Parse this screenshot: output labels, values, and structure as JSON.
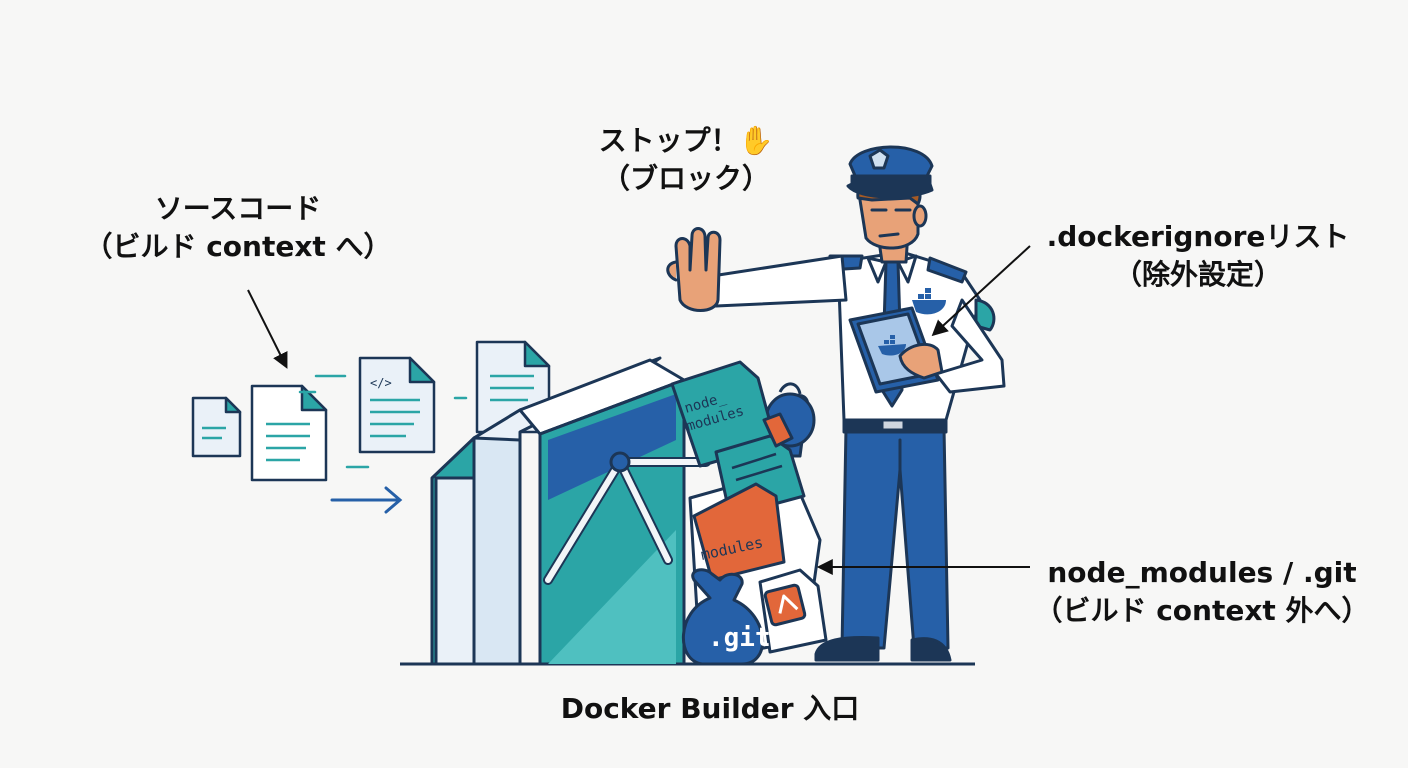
{
  "labels": {
    "source": {
      "line1": "ソースコード",
      "line2": "（ビルド context へ）"
    },
    "stop": {
      "line1": "ストップ！✋",
      "line2": "（ブロック）"
    },
    "ignore": {
      "line1": ".dockerignoreリスト",
      "line2": "（除外設定）"
    },
    "excluded": {
      "line1": "node_modules / .git",
      "line2": "（ビルド context 外へ）"
    },
    "entrance": "Docker Builder 入口"
  },
  "bag_labels": {
    "node_modules_file": "node_\nmodules",
    "modules_file": "modules",
    "git_bag": ".git"
  },
  "colors": {
    "navy": "#1c3656",
    "blue": "#2660a8",
    "teal": "#2ba5a6",
    "orange": "#e2673a",
    "paper": "#eaf1f8",
    "skin": "#e8a278"
  }
}
